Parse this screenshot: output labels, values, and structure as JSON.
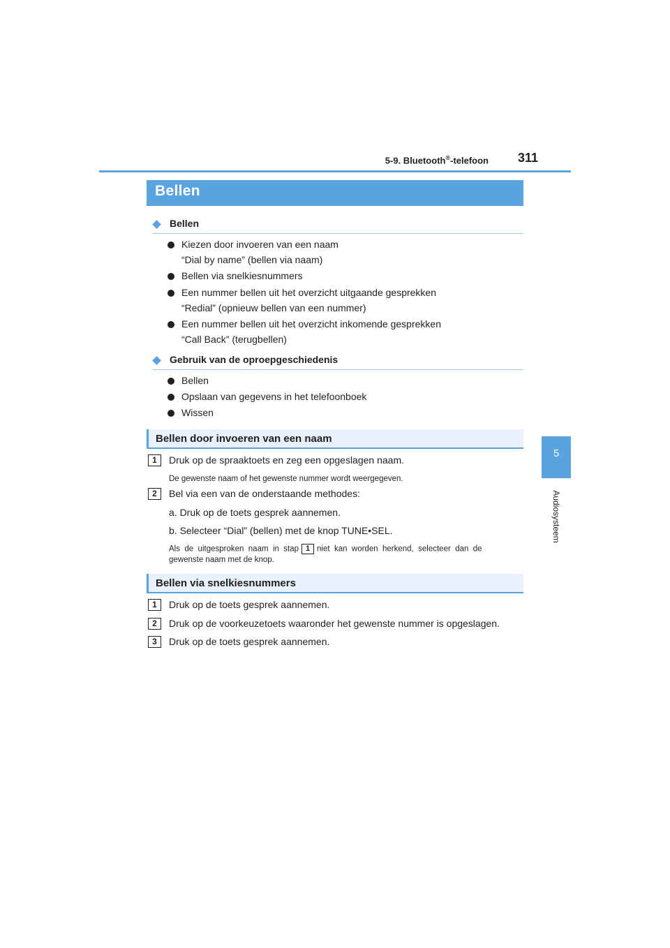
{
  "header": {
    "section": "5-9. Bluetooth",
    "section_reg": "®",
    "section_suffix": "-telefoon",
    "page_number": "311"
  },
  "side_tab": {
    "number": "5",
    "label": "Audiosysteem"
  },
  "title": "Bellen",
  "section1": {
    "heading": "Bellen",
    "items": [
      {
        "line1": "Kiezen door invoeren van een naam",
        "line2": "“Dial by name” (bellen via naam)"
      },
      {
        "line1": "Bellen via snelkiesnummers",
        "line2": ""
      },
      {
        "line1": "Een nummer bellen uit het overzicht uitgaande gesprekken",
        "line2": "“Redial” (opnieuw bellen van een nummer)"
      },
      {
        "line1": "Een nummer bellen uit het overzicht inkomende gesprekken",
        "line2": "“Call Back” (terugbellen)"
      }
    ]
  },
  "section2": {
    "heading": "Gebruik van de oproepgeschiedenis",
    "items": [
      "Bellen",
      "Opslaan van gegevens in het telefoonboek",
      "Wissen"
    ]
  },
  "subsection1": {
    "title": "Bellen door invoeren van een naam",
    "step1": {
      "num": "1",
      "text": "Druk op de spraaktoets en zeg een opgeslagen naam.",
      "note": "De gewenste naam of het gewenste nummer wordt weergegeven."
    },
    "step2": {
      "num": "2",
      "text": "Bel via een van de onderstaande methodes:",
      "option_a": "a.  Druk op de toets gesprek aannemen.",
      "option_b": "b.  Selecteer “Dial” (bellen) met de knop TUNE•SEL.",
      "note_part1": "Als  de  uitgesproken  naam  in  stap",
      "note_ref": "1",
      "note_part2": "niet  kan  worden  herkend,  selecteer  dan  de",
      "note_line2": "gewenste naam met de knop."
    }
  },
  "subsection2": {
    "title": "Bellen via snelkiesnummers",
    "steps": [
      {
        "num": "1",
        "text": "Druk op de toets gesprek aannemen."
      },
      {
        "num": "2",
        "text": "Druk op de voorkeuzetoets waaronder het gewenste nummer is opgeslagen."
      },
      {
        "num": "3",
        "text": "Druk op de toets gesprek aannemen."
      }
    ]
  },
  "colors": {
    "accent": "#5aa2e0",
    "text": "#231f20"
  }
}
